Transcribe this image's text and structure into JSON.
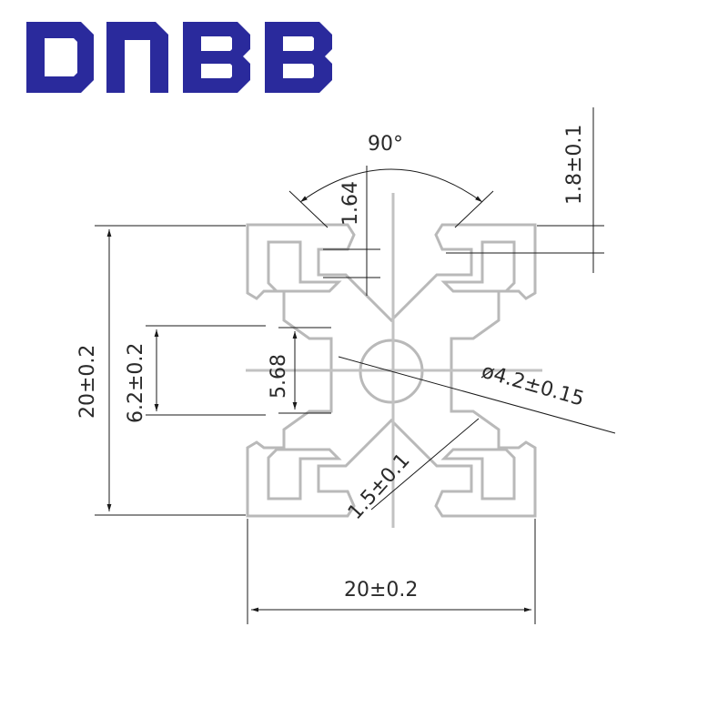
{
  "brand": {
    "logo_text": "DNBB",
    "color": "#2a2a9c"
  },
  "dimensions": {
    "angle": "90°",
    "slot_depth": "1.64",
    "top_lip": "1.8±0.1",
    "overall_height": "20±0.2",
    "slot_width": "6.2±0.2",
    "inner_width": "5.68",
    "center_bore": "ø4.2±0.15",
    "wall_thickness": "1.5±0.1",
    "overall_width": "20±0.2"
  },
  "colors": {
    "profile_stroke": "#b9b9b9",
    "dimension_line": "#1a1a1a"
  }
}
